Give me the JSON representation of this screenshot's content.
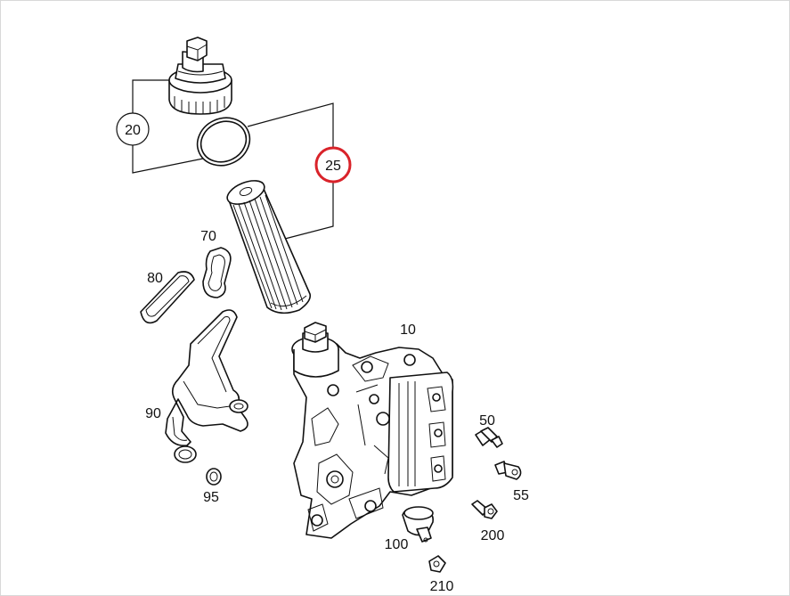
{
  "callouts": {
    "c20": "20",
    "c25": "25",
    "c70": "70",
    "c80": "80",
    "c90": "90",
    "c95": "95",
    "c10": "10",
    "c50": "50",
    "c55": "55",
    "c100": "100",
    "c200": "200",
    "c210": "210"
  },
  "highlight": {
    "callout": "25",
    "color": "#d9232a"
  },
  "colors": {
    "ink": "#111111",
    "background": "#ffffff"
  }
}
